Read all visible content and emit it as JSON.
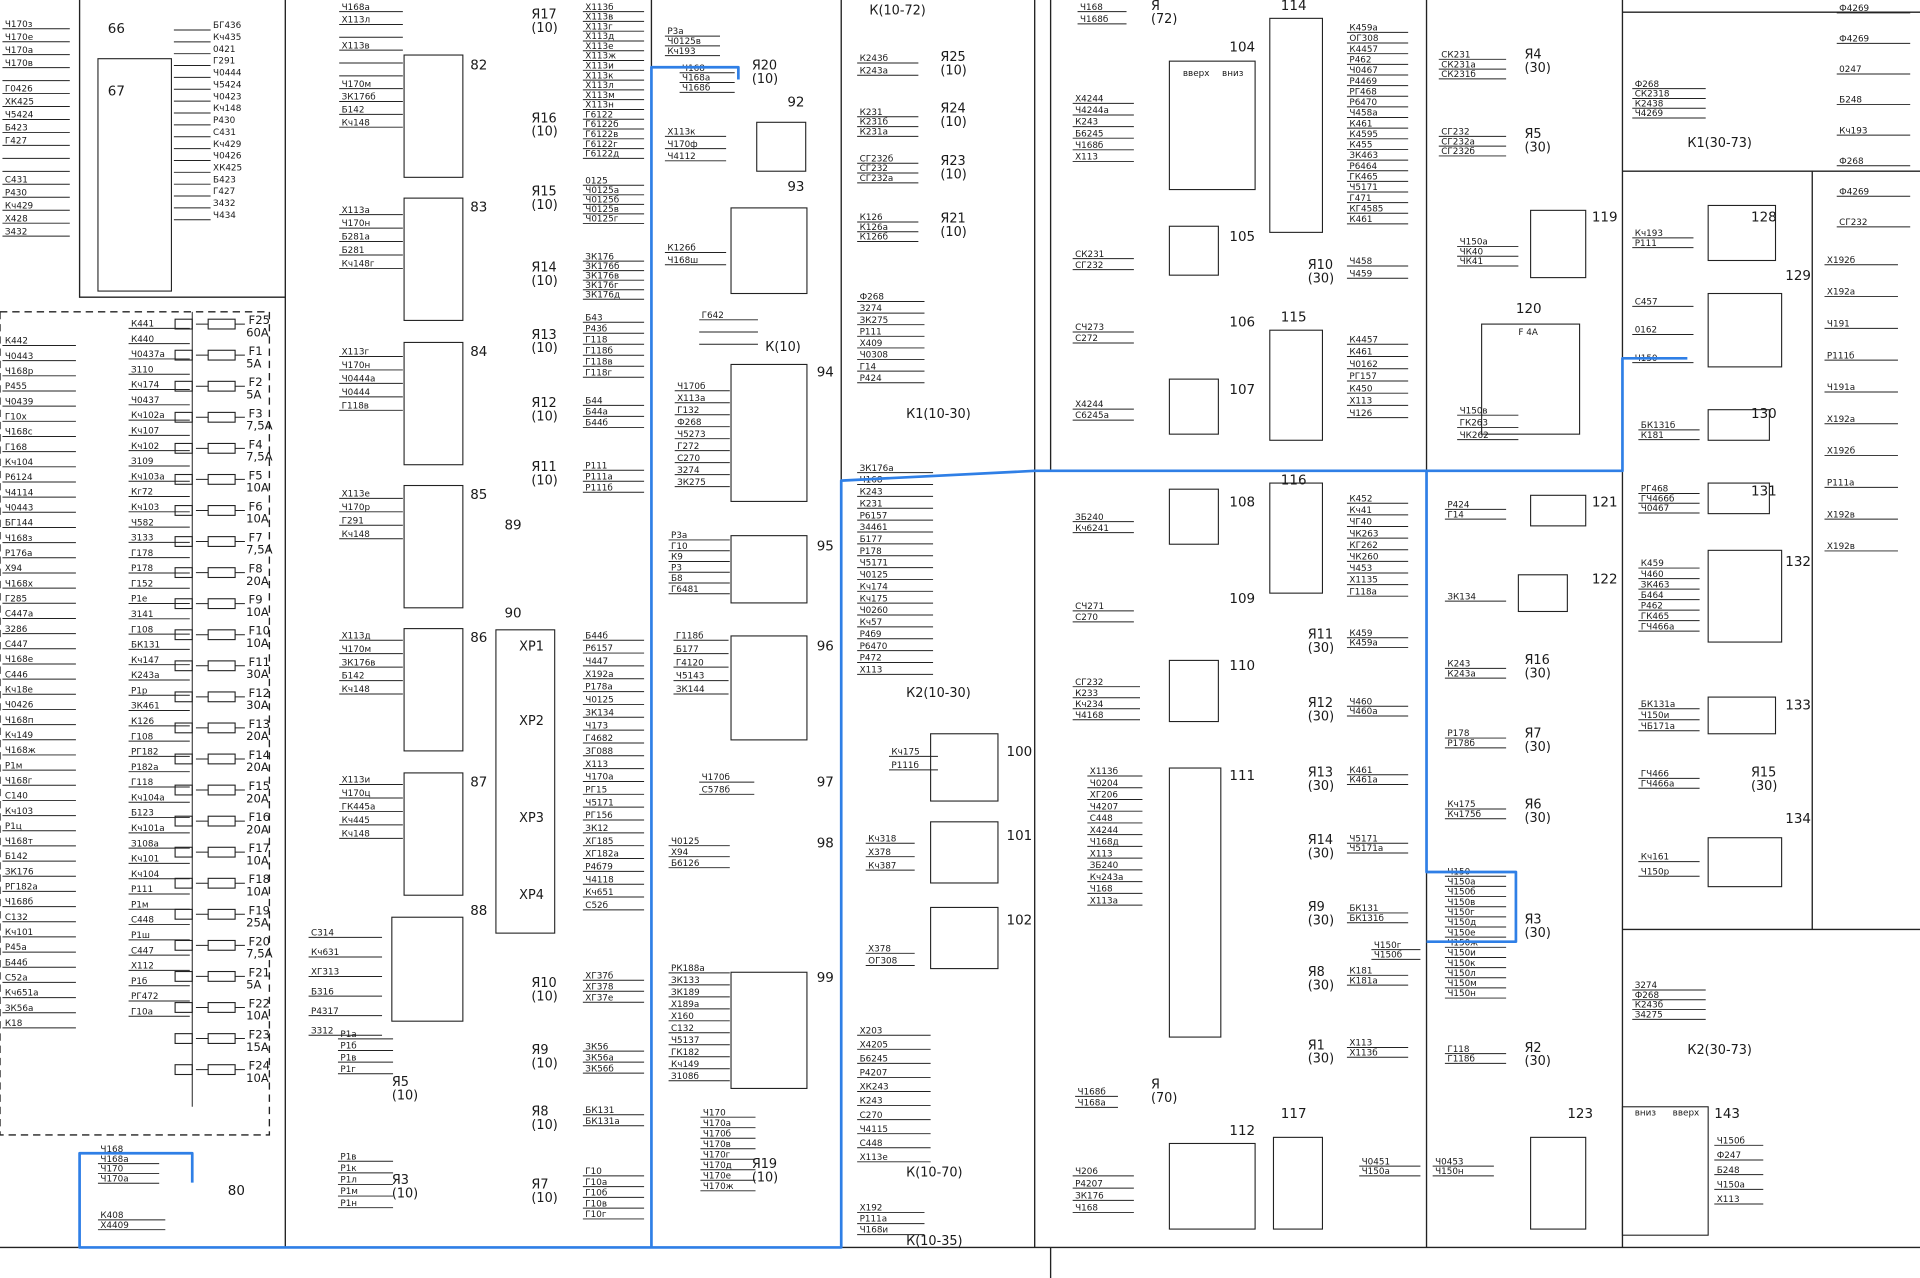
{
  "diagram": {
    "highlight_color": "#2f7fe6",
    "components": [
      "66",
      "67",
      "80",
      "82",
      "83",
      "84",
      "85",
      "86",
      "87",
      "88",
      "89",
      "90",
      "92",
      "93",
      "94",
      "95",
      "96",
      "97",
      "98",
      "99",
      "100",
      "101",
      "102",
      "104",
      "105",
      "106",
      "107",
      "108",
      "109",
      "110",
      "111",
      "112",
      "114",
      "115",
      "116",
      "117",
      "119",
      "120",
      "121",
      "122",
      "123",
      "128",
      "129",
      "130",
      "131",
      "132",
      "133",
      "134",
      "143"
    ],
    "connectors": [
      "Я17\n(10)",
      "Я20\n(10)",
      "Я16\n(10)",
      "Я15\n(10)",
      "Я14\n(10)",
      "Я13\n(10)",
      "Я12\n(10)",
      "Я11\n(10)",
      "Я10\n(10)",
      "Я9\n(10)",
      "Я8\n(10)",
      "Я7\n(10)",
      "Я19\n(10)",
      "Я5\n(10)",
      "Я3\n(10)",
      "К(10-72)",
      "Я25\n(10)",
      "Я24\n(10)",
      "Я23\n(10)",
      "Я21\n(10)",
      "К1(10-30)",
      "К2(10-30)",
      "К(10-70)",
      "К(10-35)",
      "Я\n(72)",
      "К(10)",
      "Я4\n(30)",
      "Я5\n(30)",
      "Я10\n(30)",
      "Я16\n(30)",
      "Я7\n(30)",
      "Я6\n(30)",
      "Я3\n(30)",
      "Я2\n(30)",
      "Я11\n(30)",
      "Я12\n(30)",
      "Я13\n(30)",
      "Я14\n(30)",
      "Я9\n(30)",
      "Я8\n(30)",
      "Я1\n(30)",
      "Я\n(70)",
      "К1(30-73)",
      "К2(30-73)",
      "Я15\n(30)"
    ],
    "blocks": [
      "ХР1",
      "ХР2",
      "ХР3",
      "ХР4"
    ],
    "annotations": [
      "вверх",
      "вниз",
      "вниз",
      "вверх",
      "F 4A"
    ],
    "fuses": [
      {
        "name": "F25",
        "rating": "60A"
      },
      {
        "name": "F1",
        "rating": "5A"
      },
      {
        "name": "F2",
        "rating": "5A"
      },
      {
        "name": "F3",
        "rating": "7,5A"
      },
      {
        "name": "F4",
        "rating": "7,5A"
      },
      {
        "name": "F5",
        "rating": "10A"
      },
      {
        "name": "F6",
        "rating": "10A"
      },
      {
        "name": "F7",
        "rating": "7,5A"
      },
      {
        "name": "F8",
        "rating": "20A"
      },
      {
        "name": "F9",
        "rating": "10A"
      },
      {
        "name": "F10",
        "rating": "10A"
      },
      {
        "name": "F11",
        "rating": "30A"
      },
      {
        "name": "F12",
        "rating": "30A"
      },
      {
        "name": "F13",
        "rating": "20A"
      },
      {
        "name": "F14",
        "rating": "20A"
      },
      {
        "name": "F15",
        "rating": "20A"
      },
      {
        "name": "F16",
        "rating": "20A"
      },
      {
        "name": "F17",
        "rating": "10A"
      },
      {
        "name": "F18",
        "rating": "10A"
      },
      {
        "name": "F19",
        "rating": "25A"
      },
      {
        "name": "F20",
        "rating": "7,5A"
      },
      {
        "name": "F21",
        "rating": "5A"
      },
      {
        "name": "F22",
        "rating": "10A"
      },
      {
        "name": "F23",
        "rating": "15A"
      },
      {
        "name": "F24",
        "rating": "10A"
      }
    ],
    "wire_groups": [
      [
        "Ч170з",
        "Ч170е",
        "Ч170а",
        "Ч170в",
        "",
        "Г0426",
        "ХК425",
        "Ч5424",
        "Б423",
        "Г427",
        "",
        "",
        "С431",
        "Р430",
        "Кч429",
        "Х428",
        "З432"
      ],
      [
        "К442",
        "Ч0443",
        "Ч168р",
        "Р455",
        "Ч0439",
        "Г10х",
        "Ч168с",
        "Г168",
        "Кч104",
        "Р6124",
        "Ч4114",
        "Ч0443",
        "БГ144",
        "Ч168з",
        "Р176а",
        "Х94",
        "Ч168х",
        "Г285",
        "С447а",
        "З286",
        "С447",
        "Ч168е",
        "С446",
        "Кч18е",
        "Ч0426",
        "Ч168п",
        "Кч149",
        "Ч168ж",
        "Р1м",
        "Ч168г",
        "С140",
        "Кч103",
        "Р1ц",
        "Ч168т",
        "Б142",
        "ЗК176",
        "РГ182а",
        "Ч168б",
        "С132",
        "Кч101",
        "Р45а",
        "Б44б",
        "С52а",
        "Кч651а",
        "ЗК56а",
        "К18"
      ],
      [
        "К441",
        "К440",
        "Ч0437а",
        "З110",
        "Кч174",
        "Ч0437",
        "Кч102а",
        "Кч107",
        "Кч102",
        "З109",
        "Кч103а",
        "Кг72",
        "Кч103",
        "Ч582",
        "З133",
        "Г178",
        "Р178",
        "Г152",
        "Р1е",
        "З141",
        "Г108",
        "БК131",
        "Кч147",
        "К243а",
        "Р1р",
        "ЗК461",
        "К126",
        "Г108",
        "РГ182",
        "Р182а",
        "Г118",
        "Кч104а",
        "Б123",
        "Кч101а",
        "З108а",
        "Кч101",
        "Кч104",
        "Р111",
        "Р1м",
        "С448",
        "Р1ш",
        "С447",
        "Х112",
        "Р1б",
        "РГ472",
        "Г10а"
      ],
      [
        "БГ436",
        "Кч435",
        "0421",
        "Г291",
        "Ч0444",
        "Ч5424",
        "Ч0423",
        "Кч148",
        "Р430",
        "С431",
        "Кч429",
        "Ч0426",
        "ХК425",
        "Б423",
        "Г427",
        "З432",
        "Ч434"
      ],
      [
        "Ч168а",
        "Х113л",
        "",
        "Х113в",
        "",
        "",
        "Ч170м",
        "ЗК176б",
        "Б142",
        "Кч148"
      ],
      [
        "Х113а",
        "Ч170н",
        "Б281а",
        "Б281",
        "Кч148г"
      ],
      [
        "Х113г",
        "Ч170н",
        "Ч0444а",
        "Ч0444",
        "Г118в"
      ],
      [
        "Х113е",
        "Ч170р",
        "Г291",
        "Кч148"
      ],
      [
        "Х113д",
        "Ч170м",
        "ЗК176в",
        "Б142",
        "Кч148"
      ],
      [
        "Х113и",
        "Ч170ц",
        "ГК445а",
        "Кч445",
        "Кч148"
      ],
      [
        "С314",
        "Кч631",
        "ХГ313",
        "Б316",
        "Р4317",
        "З312"
      ],
      [
        "Х113б",
        "Х113в",
        "Х113г",
        "Х113д",
        "Х113е",
        "Х113ж",
        "Х113и",
        "Х113к",
        "Х113л",
        "Х113м",
        "Х113н"
      ],
      [
        "Г6122",
        "Г6122б",
        "Г6122в",
        "Г6122г",
        "Г6122д"
      ],
      [
        "0125",
        "Ч0125а",
        "Ч0125б",
        "Ч0125в",
        "Ч0125г"
      ],
      [
        "ЗК176",
        "ЗК176б",
        "ЗК176в",
        "ЗК176г",
        "ЗК176д"
      ],
      [
        "Б43",
        "Р43б",
        "Г118",
        "Г118б",
        "Г118в",
        "Г118г"
      ],
      [
        "Б44",
        "Б44а",
        "Б44б"
      ],
      [
        "Р111",
        "Р111а",
        "Р111б"
      ],
      [
        "Б44б",
        "Р6157",
        "Ч447",
        "Х192а",
        "Р178а",
        "Ч0125",
        "ЗК134",
        "Ч173",
        "Г4682",
        "ЗГ088",
        "Х113",
        "Ч170а",
        "РГ15",
        "Ч5171",
        "РГ156",
        "ЗК12",
        "ХГ185",
        "ХГ182а",
        "Р4б79",
        "Ч4118",
        "Кч651",
        "С52б"
      ],
      [
        "ХГ37б",
        "ХГ378",
        "ХГ37е"
      ],
      [
        "ЗК56",
        "ЗК56а",
        "ЗК56б"
      ],
      [
        "БК131",
        "БК131а"
      ],
      [
        "Г10",
        "Г10а",
        "Г10б",
        "Г10в",
        "Г10г"
      ],
      [
        "Р1а",
        "Р1б",
        "Р1в",
        "Р1г"
      ],
      [
        "Р1в",
        "Р1к",
        "Р1л",
        "Р1м",
        "Р1н"
      ],
      [
        "Ч168",
        "Ч168а",
        "Ч168б"
      ],
      [
        "Р3а",
        "Ч0125в",
        "Кч193"
      ],
      [
        "Х113к",
        "Ч170ф",
        "Ч4112"
      ],
      [
        "К126б",
        "Ч168ш"
      ],
      [
        "Г642",
        "",
        ""
      ],
      [
        "Ч170б",
        "Х113а",
        "Г132",
        "Ф268",
        "Ч5273",
        "Г272",
        "С270",
        "З274",
        "ЗК275"
      ],
      [
        "Р3а",
        "Г10",
        "К9",
        "Р3",
        "Б8",
        "Г6481"
      ],
      [
        "Г118б",
        "Б177",
        "Г4120",
        "Ч5143",
        "ЗК144"
      ],
      [
        "Ч170б",
        "С578б"
      ],
      [
        "Ч0125",
        "Х94",
        "Б6126"
      ],
      [
        "РК188а",
        "ЗК133",
        "ЗК189",
        "Х189а",
        "Х160",
        "С132",
        "Ч5137",
        "ГК182",
        "Кч149",
        "З108б"
      ],
      [
        "Ч170",
        "Ч170а",
        "Ч170б",
        "Ч170в",
        "Ч170г",
        "Ч170д",
        "Ч170е",
        "Ч170ж"
      ],
      [
        "К243б",
        "К243а"
      ],
      [
        "К231",
        "К231б",
        "К231а"
      ],
      [
        "СГ232б",
        "СГ232",
        "СГ232а"
      ],
      [
        "К126",
        "К126а",
        "К126б"
      ],
      [
        "Ф268",
        "З274",
        "ЗК275",
        "Р111",
        "Х409",
        "Ч0308",
        "Г14",
        "Р424"
      ],
      [
        "ЗК176а",
        "Ч168",
        "К243",
        "К231",
        "Р6157",
        "З4461",
        "Б177",
        "Р178",
        "Ч5171",
        "Ч0125",
        "Кч174",
        "Кч175",
        "Ч0260",
        "Кч57",
        "Р4б9",
        "Р6470",
        "Р472",
        "Х113"
      ],
      [
        "Кч175",
        "Р111б"
      ],
      [
        "Кч318",
        "Х378",
        "Кч387"
      ],
      [
        "Х378",
        "ОГ308"
      ],
      [
        "Х203",
        "Х4205",
        "Б6245",
        "Р4207",
        "ХК243",
        "К243",
        "С270",
        "Ч4115",
        "С448",
        "Х113е"
      ],
      [
        "Х192",
        "Р111а",
        "Ч168и"
      ],
      [
        "Ч168",
        "Ч168б"
      ],
      [
        "Х4244",
        "Ч4244а",
        "К243",
        "Б6245",
        "Ч168б",
        "Х113"
      ],
      [
        "СК231",
        "СГ232"
      ],
      [
        "СЧ273",
        "С272"
      ],
      [
        "Х4244",
        "С6245а"
      ],
      [
        "ЗБ240",
        "Кч6241"
      ],
      [
        "СЧ271",
        "С270"
      ],
      [
        "СГ232",
        "К233",
        "Кч234",
        "Ч4168"
      ],
      [
        "Х113б",
        "Ч0204",
        "ХГ206",
        "Ч4207",
        "С448",
        "Х4244",
        "Ч168д",
        "Х113",
        "ЗБ240",
        "Кч243а",
        "Ч168",
        "Х113а"
      ],
      [
        "Ч168б",
        "Ч168а"
      ],
      [
        "Ч206",
        "Р4207",
        "ЗК176",
        "Ч168"
      ],
      [
        "К459а",
        "ОГ308",
        "К4457",
        "Р462",
        "Ч0467",
        "Р4469",
        "РГ468",
        "Р6470",
        "Ч458а",
        "К461",
        "К4595",
        "К455",
        "ЗК463",
        "Р6464",
        "ГК465",
        "Ч5171",
        "Г471",
        "КГ4585",
        "К461"
      ],
      [
        "К4457",
        "К461",
        "Ч0162",
        "РГ157",
        "К450",
        "Х113",
        "Ч126"
      ],
      [
        "К452",
        "Кч41",
        "ЧГ40",
        "ЧК263",
        "КГ262",
        "ЧК260",
        "Ч453",
        "Х1135",
        "Г118а"
      ],
      [
        "К459",
        "К459а"
      ],
      [
        "Ч460",
        "Ч460а"
      ],
      [
        "К461",
        "К461а"
      ],
      [
        "Ч5171",
        "Ч5171а"
      ],
      [
        "БК131",
        "БК131б"
      ],
      [
        "К181",
        "К181а"
      ],
      [
        "Х113",
        "Х113б"
      ],
      [
        "СК231",
        "СК231а",
        "СК231б"
      ],
      [
        "СГ232",
        "СГ232а",
        "СГ232б"
      ],
      [
        "Ч458",
        "Ч459"
      ],
      [
        "Ч150",
        "Ч150а",
        "Ч150б",
        "Ч150в",
        "Ч150г",
        "Ч150д",
        "Ч150е",
        "Ч150ж",
        "Ч150и",
        "Ч150к",
        "Ч150л",
        "Ч150м",
        "Ч150н"
      ],
      [
        "Ч150г",
        "Ч150б"
      ],
      [
        "Р424",
        "Г14"
      ],
      [
        "Г118",
        "Г118б"
      ],
      [
        "К243",
        "К243а"
      ],
      [
        "Р178",
        "Р178б"
      ],
      [
        "Кч175",
        "Кч175б"
      ],
      [
        "Ч150а",
        "ЧК40",
        "ЧК41"
      ],
      [
        "Ч150в",
        "ГК263",
        "ЧК262"
      ],
      [
        "ЗК134"
      ],
      [
        "Ч0451",
        "Ч150а"
      ],
      [
        "Ч0453",
        "Ч150н"
      ],
      [
        "Ф268",
        "СК2318",
        "К2438",
        "Ч4269"
      ],
      [
        "Кч193",
        "Р111"
      ],
      [
        "С457",
        "0162",
        "Ч150"
      ],
      [
        "БК131б",
        "К181"
      ],
      [
        "РГ468",
        "ГЧ466б",
        "Ч0467"
      ],
      [
        "К459",
        "Ч460",
        "ЗК463",
        "Б464",
        "Р462",
        "ГК465",
        "ГЧ466а"
      ],
      [
        "БК131а",
        "Ч150и",
        "ЧБ171а"
      ],
      [
        "ГЧ466",
        "ГЧ466а"
      ],
      [
        "Кч161",
        "Ч150р"
      ],
      [
        "З274",
        "Ф268",
        "К243б",
        "З4275"
      ],
      [
        "Ч150б",
        "Ф247",
        "Б248",
        "Ч150а",
        "Х113"
      ],
      [
        "Х192б",
        "Х192а",
        "Ч191",
        "Р111б",
        "Ч191а",
        "Х192а",
        "Х192б",
        "Р111а",
        "Х192в",
        "Х192в"
      ],
      [
        "Ф4269",
        "Ф4269",
        "0247",
        "Б248",
        "Кч193",
        "Ф268",
        "Ф4269",
        "СГ232"
      ],
      [
        "Ч168",
        "Ч168а",
        "Ч170",
        "Ч170а"
      ],
      [
        "К408",
        "Х4409"
      ]
    ]
  }
}
